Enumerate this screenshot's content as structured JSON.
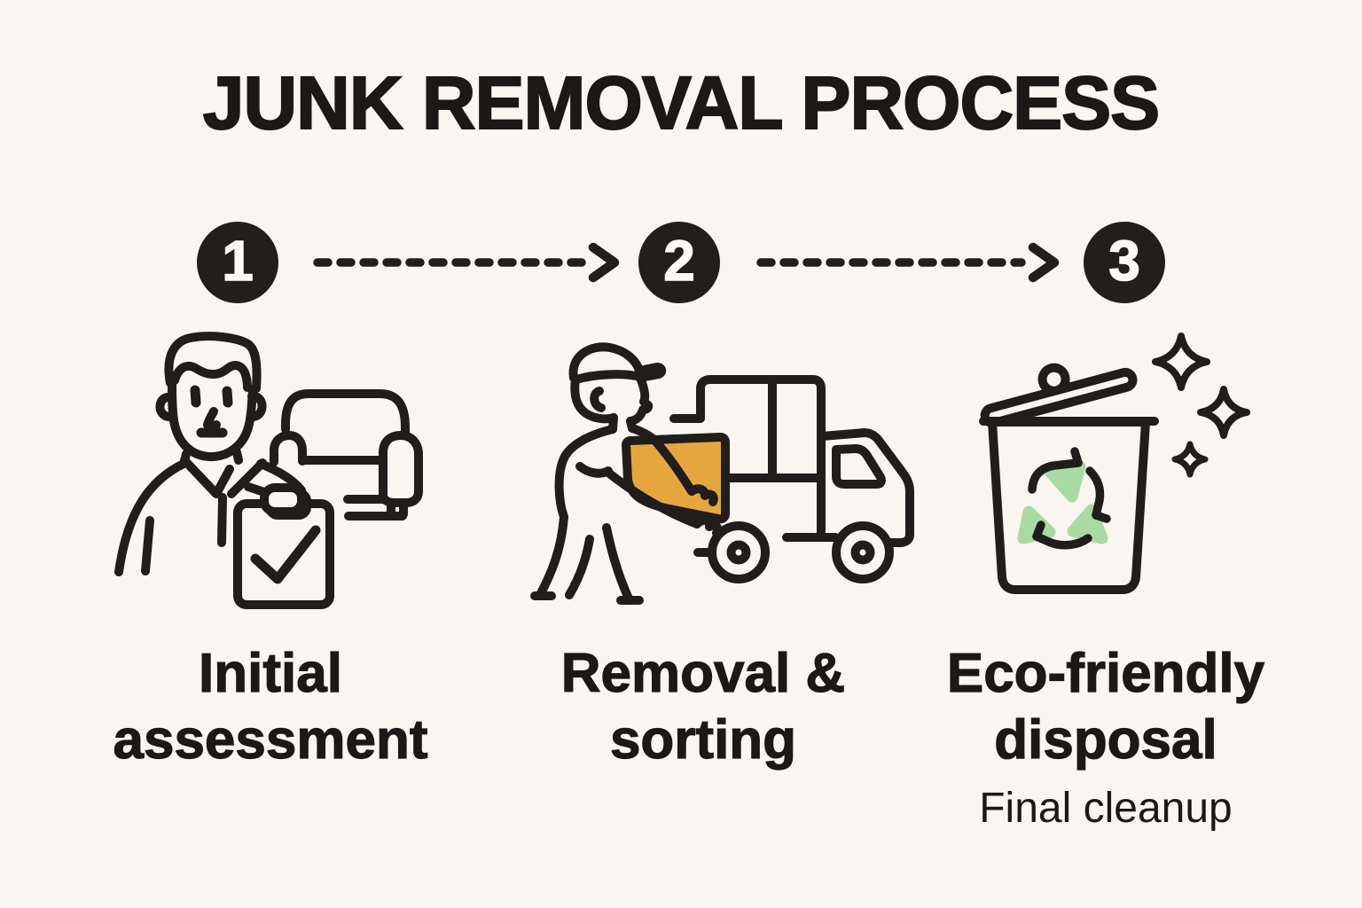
{
  "title": "JUNK REMOVAL PROCESS",
  "colors": {
    "background": "#F9F6F0",
    "ink": "#201D1A",
    "box_orange": "#E5A73D",
    "recycle_green": "#A9DAA4"
  },
  "connector": "dashed-arrow",
  "steps": [
    {
      "number": "1",
      "label": "Initial assessment",
      "label_lines": [
        "Initial",
        "assessment"
      ],
      "icon": "person-clipboard-couch-icon"
    },
    {
      "number": "2",
      "label": "Removal & sorting",
      "label_lines": [
        "Removal &",
        "sorting"
      ],
      "icon": "worker-loading-truck-icon"
    },
    {
      "number": "3",
      "label": "Eco-friendly disposal",
      "label_lines": [
        "Eco-friendly",
        "disposal"
      ],
      "sublabel": "Final cleanup",
      "icon": "recycling-bin-sparkles-icon"
    }
  ]
}
